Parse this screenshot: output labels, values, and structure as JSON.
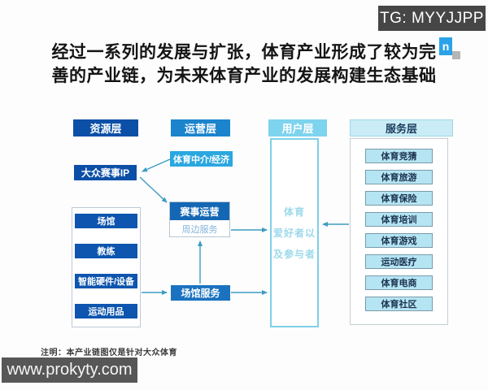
{
  "banner": {
    "tg_label": "TG: MYYJJPP"
  },
  "logo": {
    "letter": "n"
  },
  "title": {
    "line1": "经过一系列的发展与扩张，体育产业形成了较为完",
    "line2": "善的产业链，为未来体育产业的发展构建生态基础"
  },
  "diagram": {
    "layers": {
      "resource": {
        "header": "资源层",
        "ip_box": "大众赛事IP",
        "group_items": [
          "场馆",
          "教练",
          "智能硬件/设备",
          "运动用品"
        ]
      },
      "operation": {
        "header": "运营层",
        "agent_box": "体育中介/经济",
        "event_box": "赛事运营",
        "peripheral_box": "周边服务",
        "venue_service_box": "场馆服务"
      },
      "user": {
        "header": "用户层",
        "box_text": "体育\n爱好者以\n及参与者"
      },
      "service": {
        "header": "服务层",
        "items": [
          "体育竞猜",
          "体育旅游",
          "体育保险",
          "体育培训",
          "体育游戏",
          "运动医疗",
          "体育电商",
          "体育社区"
        ]
      }
    },
    "note": "注明：本产业链图仅是针对大众体育"
  },
  "watermark": {
    "url_text": "www.prokyty.com"
  },
  "colors": {
    "dark_blue": "#0b4fa6",
    "mid_blue": "#1b72c0",
    "bright_cyan_blue": "#2aa7e0",
    "light_cyan": "#7ed3ee",
    "pale_cyan": "#c9ecf6",
    "service_item_fill": "#b5e5f2",
    "connector": "#3d9cc2",
    "banner_gray": "#464646"
  }
}
